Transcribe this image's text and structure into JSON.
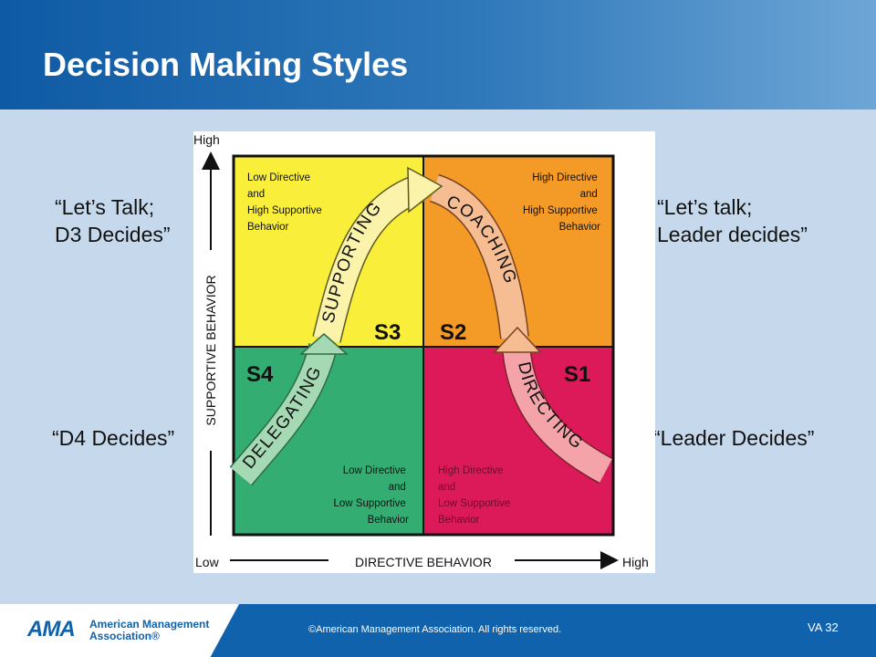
{
  "slide": {
    "title": "Decision Making Styles",
    "quotes": {
      "top_left": [
        "“Let’s Talk;",
        "D3 Decides”"
      ],
      "top_right": [
        "“Let’s talk;",
        "Leader decides”"
      ],
      "bottom_left": "“D4 Decides”",
      "bottom_right": "“Leader Decides”"
    }
  },
  "diagram": {
    "axis_y": {
      "high": "High",
      "label": "SUPPORTIVE  BEHAVIOR"
    },
    "axis_x": {
      "low": "Low",
      "label": "DIRECTIVE  BEHAVIOR",
      "high": "High"
    },
    "quadrants": {
      "tl": {
        "style": "S3",
        "lines": [
          "Low Directive",
          "and",
          "High Supportive",
          "Behavior"
        ],
        "color": "#f9ef3a"
      },
      "tr": {
        "style": "S2",
        "lines": [
          "High Directive",
          "and",
          "High Supportive",
          "Behavior"
        ],
        "color": "#f39a27"
      },
      "bl": {
        "style": "S4",
        "lines": [
          "Low Directive",
          "and",
          "Low Supportive",
          "Behavior"
        ],
        "color": "#34ad72"
      },
      "br": {
        "style": "S1",
        "lines": [
          "High Directive",
          "and",
          "Low Supportive",
          "Behavior"
        ],
        "color": "#dc1a5a"
      }
    },
    "curve_labels": {
      "supporting": "SUPPORTING",
      "coaching": "COACHING",
      "delegating": "DELEGATING",
      "directing": "DIRECTING"
    },
    "curve_colors": {
      "supporting": "#fbf3a9",
      "coaching": "#f5bd91",
      "delegating": "#a5d9b4",
      "directing": "#f4a3a9"
    }
  },
  "footer": {
    "logo_mark": "AMA",
    "logo_name": [
      "American Management",
      "Association®"
    ],
    "copyright": "©American Management Association. All rights reserved.",
    "slide_number": "VA 32"
  }
}
